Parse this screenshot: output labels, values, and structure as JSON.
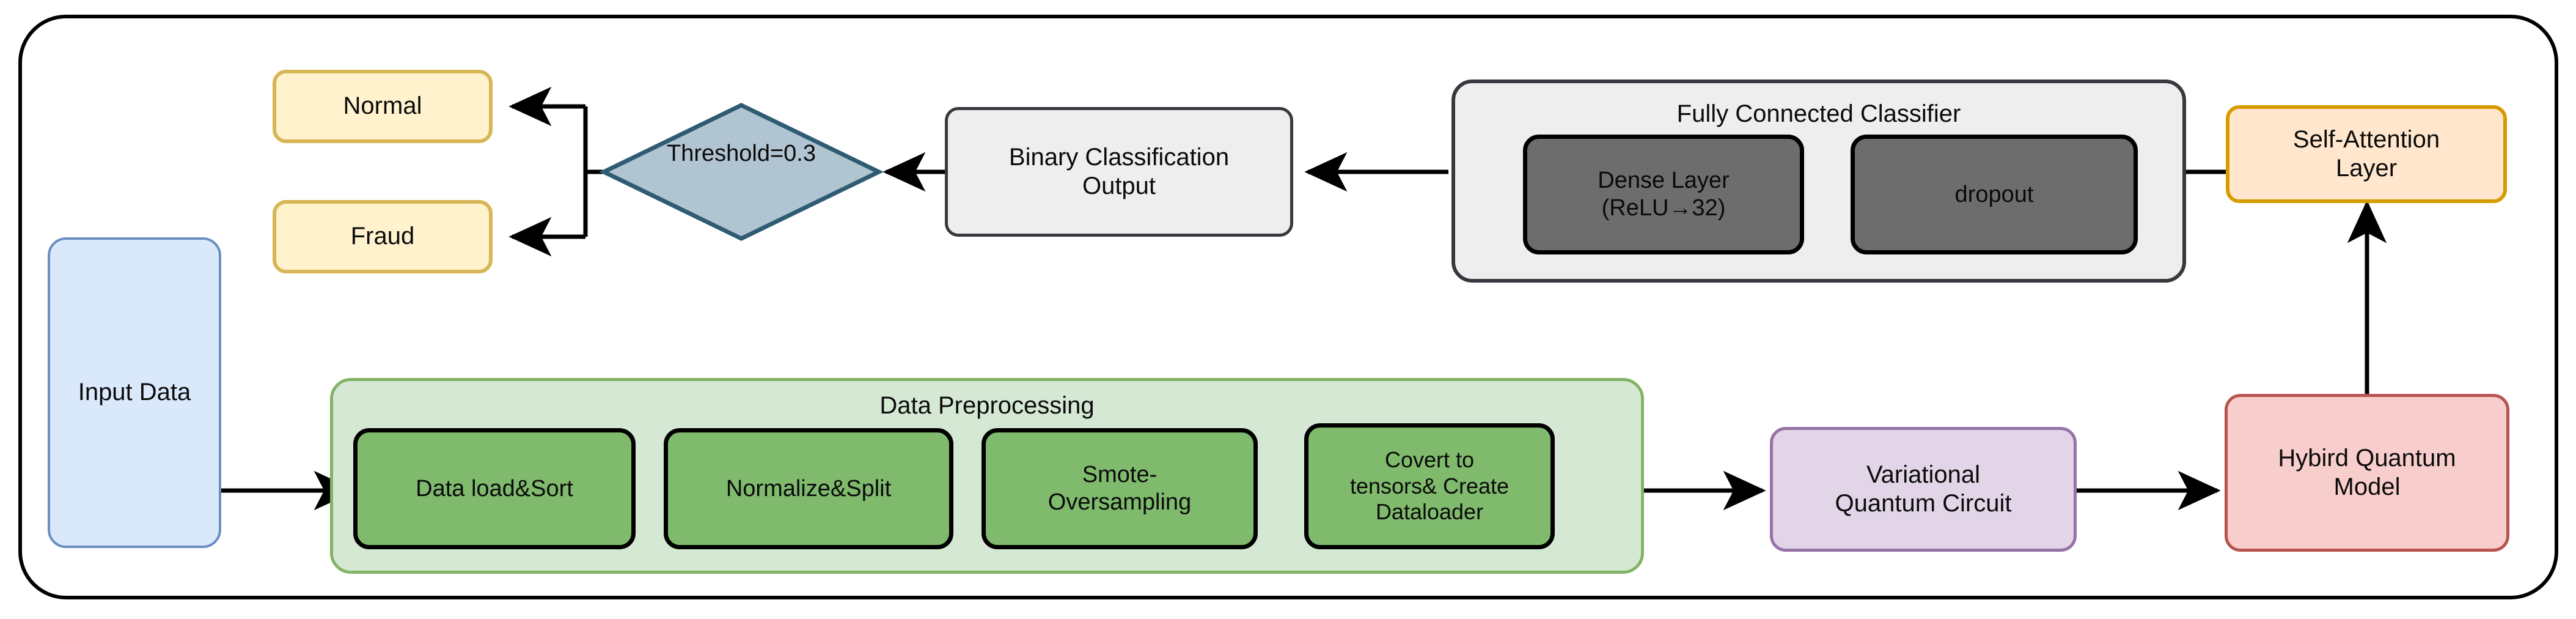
{
  "diagram": {
    "title_present": false,
    "nodes": {
      "input_data": {
        "label": "Input Data",
        "fill": "#dae8fc",
        "stroke": "#6c8ebf"
      },
      "normal": {
        "label": "Normal",
        "fill": "#fff2cc",
        "stroke": "#d6b656"
      },
      "fraud": {
        "label": "Fraud",
        "fill": "#fff2cc",
        "stroke": "#d6b656"
      },
      "threshold": {
        "label": "Threshold=0.3",
        "fill": "#b1c4d1",
        "stroke": "#2f5b73"
      },
      "binary_output": {
        "label": "Binary Classification\nOutput",
        "fill": "#eeeeee",
        "stroke": "#36393d"
      },
      "fully_connected_classifier": {
        "label": "Fully Connected Classifier",
        "fill": "#eeeeee",
        "stroke": "#36393d"
      },
      "dense_layer": {
        "label": "Dense Layer\n(ReLU→32)",
        "fill": "#6d6d6d",
        "stroke": "#000000"
      },
      "dropout": {
        "label": "dropout",
        "fill": "#6d6d6d",
        "stroke": "#000000"
      },
      "self_attention": {
        "label": "Self-Attention\nLayer",
        "fill": "#ffe6cc",
        "stroke": "#d79b00"
      },
      "data_preprocessing": {
        "label": "Data Preprocessing",
        "fill": "#d5e8d4",
        "stroke": "#82b366"
      },
      "data_load_sort": {
        "label": "Data load&Sort",
        "fill": "#7fba6d",
        "stroke": "#000000"
      },
      "normalize_split": {
        "label": "Normalize&Split",
        "fill": "#7fba6d",
        "stroke": "#000000"
      },
      "smote": {
        "label": "Smote-\nOversampling",
        "fill": "#7fba6d",
        "stroke": "#000000"
      },
      "convert_tensors": {
        "label": "Covert to\ntensors& Create\nDataloader",
        "fill": "#7fba6d",
        "stroke": "#000000"
      },
      "vqc": {
        "label": "Variational\nQuantum Circuit",
        "fill": "#e1d5e7",
        "stroke": "#9673a6"
      },
      "hybrid_model": {
        "label": "Hybird Quantum\nModel",
        "fill": "#f8cecc",
        "stroke": "#b85450"
      }
    },
    "edges": [
      {
        "from": "input_data",
        "to": "data_load_sort",
        "direction": "right"
      },
      {
        "from": "data_load_sort",
        "to": "normalize_split",
        "direction": "right"
      },
      {
        "from": "normalize_split",
        "to": "smote",
        "direction": "right"
      },
      {
        "from": "smote",
        "to": "convert_tensors",
        "direction": "right"
      },
      {
        "from": "convert_tensors",
        "to": "vqc",
        "direction": "right"
      },
      {
        "from": "vqc",
        "to": "hybrid_model",
        "direction": "right"
      },
      {
        "from": "hybrid_model",
        "to": "self_attention",
        "direction": "up"
      },
      {
        "from": "self_attention",
        "to": "dropout",
        "direction": "left"
      },
      {
        "from": "dropout",
        "to": "dense_layer",
        "direction": "left"
      },
      {
        "from": "dense_layer",
        "to": "binary_output",
        "direction": "left"
      },
      {
        "from": "binary_output",
        "to": "threshold",
        "direction": "left"
      },
      {
        "from": "threshold",
        "to": "normal",
        "direction": "left-up"
      },
      {
        "from": "threshold",
        "to": "fraud",
        "direction": "left-down"
      }
    ],
    "colors": {
      "edge_stroke": "#000000",
      "frame_stroke": "#000000",
      "background": "#ffffff"
    }
  }
}
